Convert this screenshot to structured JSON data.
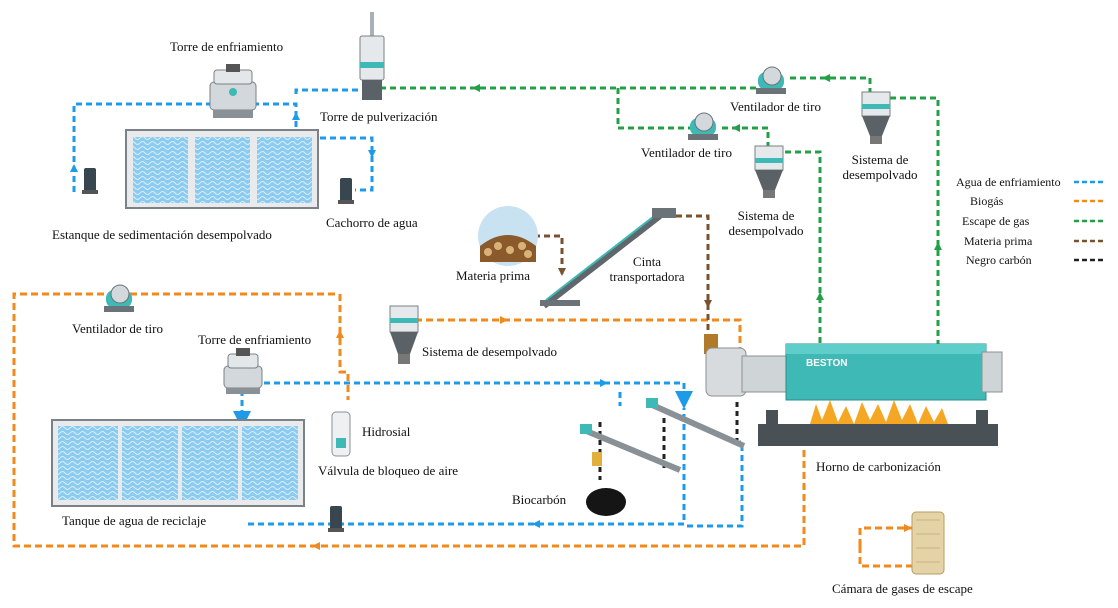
{
  "colors": {
    "cooling_water": "#1e9be8",
    "biogas": "#f08a1c",
    "exhaust_gas": "#23a047",
    "raw_material": "#7a5230",
    "carbon_black": "#222222",
    "equipment": "#c9cfd3",
    "equipment_dark": "#6b7378",
    "teal": "#3fb9b5",
    "water_tank": "#7fc4ee",
    "fire": "#f5a623"
  },
  "labels": {
    "cooling_tower_top": "Torre de enfriamiento",
    "spray_tower": "Torre de pulverización",
    "draft_fan_top": "Ventilador de tiro",
    "draft_fan_mid": "Ventilador de tiro",
    "dedusting_right": "Sistema de desempolvado",
    "dedusting_mid": "Sistema de desempolvado",
    "water_pump": "Cachorro de agua",
    "sedimentation_pond": "Estanque de sedimentación desempolvado",
    "raw_material": "Materia prima",
    "conveyor": "Cinta transportadora",
    "draft_fan_left": "Ventilador de tiro",
    "cooling_tower_bottom": "Torre de enfriamiento",
    "dedusting_left": "Sistema de desempolvado",
    "hydrosol": "Hidrosial",
    "airlock_valve": "Válvula de bloqueo de aire",
    "biochar": "Biocarbón",
    "recycle_tank": "Tanque de agua de reciclaje",
    "carbonization_furnace": "Horno de carbonización",
    "exhaust_chamber": "Cámara de gases de escape",
    "brand": "BESTON"
  },
  "legend": [
    {
      "label": "Agua de enfriamiento",
      "color_key": "cooling_water"
    },
    {
      "label": "Biogás",
      "color_key": "biogas"
    },
    {
      "label": "Escape de gas",
      "color_key": "exhaust_gas"
    },
    {
      "label": "Materia prima",
      "color_key": "raw_material"
    },
    {
      "label": "Negro carbón",
      "color_key": "carbon_black"
    }
  ]
}
